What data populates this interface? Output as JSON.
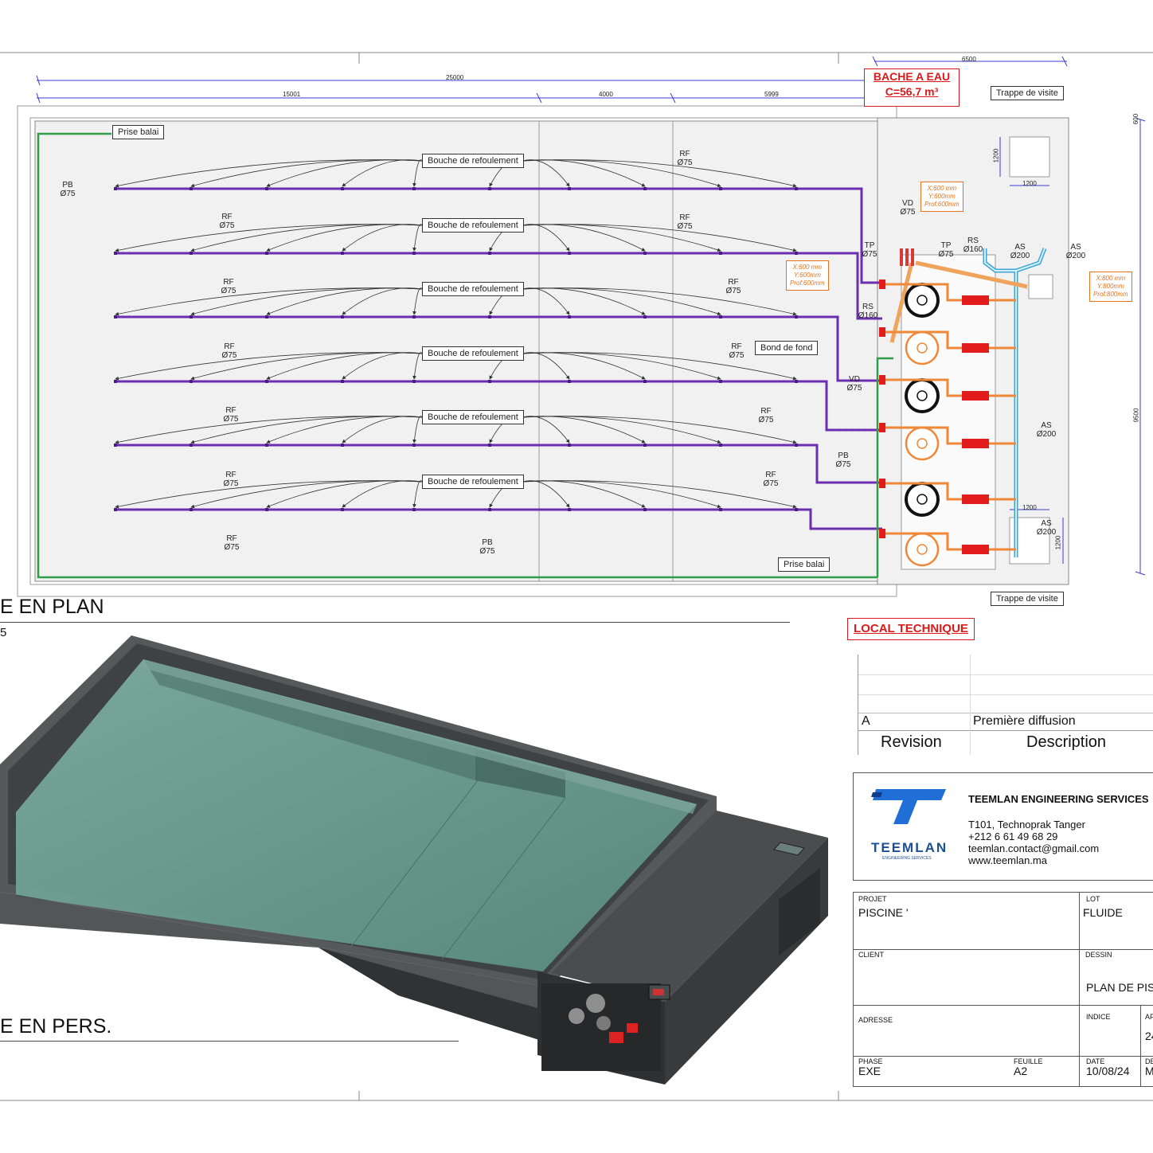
{
  "plan": {
    "section_title": "E EN PLAN",
    "scale_fragment": "5",
    "dims": {
      "total": "25000",
      "seg1": "15001",
      "seg2": "4000",
      "seg3": "5999",
      "local_width": "6500",
      "trap_a": "1200",
      "trap_b": "1200",
      "trap_c": "1200",
      "trap_d": "1200",
      "height": "9500",
      "right_top": "600"
    },
    "labels": {
      "prise_balai_top": "Prise balai",
      "prise_balai_bottom": "Prise balai",
      "bouche": "Bouche de refoulement",
      "bond_de_fond": "Bond de fond",
      "trappe_top": "Trappe de visite",
      "trappe_bottom": "Trappe de visite",
      "bache_line1": "BACHE A EAU",
      "bache_line2": "C=56,7 m³",
      "local_technique": "LOCAL TECHNIQUE"
    },
    "pipe_codes": {
      "pb": "PB",
      "rf": "RF",
      "d75": "Ø75",
      "vd": "VD",
      "tp": "TP",
      "rs": "RS",
      "d160": "Ø160",
      "as": "AS",
      "d200": "Ø200"
    },
    "orange_notes": {
      "a": [
        "X:600 mm",
        "Y:600mm",
        "Prof:600mm"
      ],
      "b": [
        "X:600 mm",
        "Y:600mm",
        "Prof:600mm"
      ],
      "c": [
        "X:800 mm",
        "Y:800mm",
        "Prof:800mm"
      ]
    }
  },
  "perspective": {
    "section_title": "E EN PERS."
  },
  "revision_table": {
    "rev_code": "A",
    "rev_description": "Première diffusion",
    "header_revision": "Revision",
    "header_description": "Description"
  },
  "company": {
    "logo_text": "TEEMLAN",
    "logo_sub": "ENGINEERING SERVICES",
    "name": "TEEMLAN ENGINEERING SERVICES",
    "address": "T101, Technoprak Tanger",
    "phone": "+212 6 61 49 68 29",
    "email": "teemlan.contact@gmail.com",
    "web": "www.teemlan.ma"
  },
  "title_block": {
    "projet_label": "PROJET",
    "projet_value": "PISCINE '",
    "lot_label": "LOT",
    "lot_value": "FLUIDE",
    "client_label": "CLIENT",
    "dessin_label": "DESSIN",
    "dessin_value": "PLAN DE PISC",
    "adresse_label": "ADRESSE",
    "indice_label": "INDICE",
    "af_label": "AF",
    "af_value": "24",
    "phase_label": "PHASE",
    "phase_value": "EXE",
    "feuille_label": "FEUILLE",
    "feuille_value": "A2",
    "date_label": "DATE",
    "date_value": "10/08/24",
    "de_label": "DE",
    "de_value": "M"
  },
  "colors": {
    "purple_pipe": "#6a2fb0",
    "green_pipe": "#2e9e4a",
    "blue_pipe": "#3aa7d6",
    "orange_pipe": "#f0883a",
    "red_equipment": "#e21c1c",
    "water": "#6b9c8e",
    "concrete": "#4a4c4d",
    "logo_blue": "#1f6fd6"
  }
}
